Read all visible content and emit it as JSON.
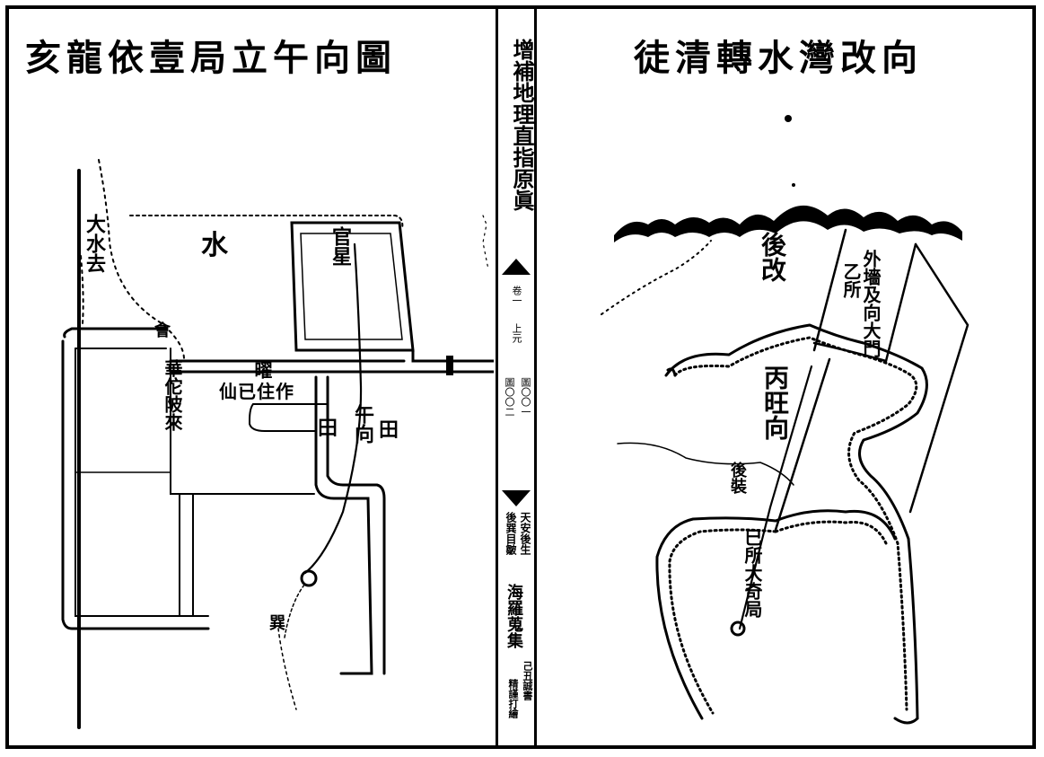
{
  "book": {
    "title": "增補地理直指原眞",
    "chapter": "卷一",
    "section": "上元",
    "page_a": "圖〇〇一",
    "page_b": "圖〇〇二",
    "publisher_col1": "天安後生",
    "publisher_col2": "後巽目皺",
    "publisher_col3": "海羅蒐集",
    "publisher_col4": "己丑誠書",
    "publisher_col5": "精謹打繪"
  },
  "left_map": {
    "title": "亥龍依壹局立午向圖",
    "label_water": "水",
    "label_big_water": "大水去",
    "label_hall": "官星",
    "label_meets": "會",
    "label_shaki": "曜",
    "label_old_site": "仙已住作",
    "label_noon_facing": "午向",
    "label_field_left": "田",
    "label_field_right": "田",
    "label_river": "華佗陂來",
    "label_ju": "巽"
  },
  "right_map": {
    "title": "徒清轉水灣改向",
    "label_later_change": "後改",
    "label_outer_wall": "外墻及向大門",
    "label_yi": "乙所",
    "label_facing": "丙旺向",
    "label_later_setup": "後裝",
    "label_large_place": "巳所大奇局"
  },
  "colors": {
    "ink": "#000000",
    "paper": "#ffffff"
  }
}
